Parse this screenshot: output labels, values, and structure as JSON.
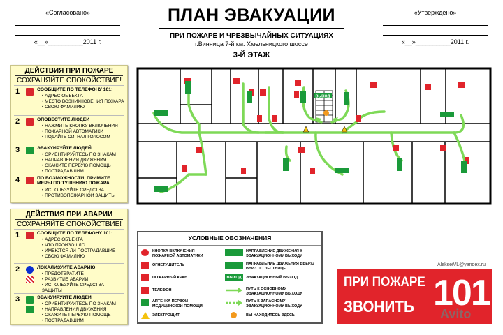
{
  "header": {
    "left_label": "«Согласовано»",
    "left_date": "«__»__________2011 г.",
    "right_label": "«Утверждено»",
    "right_date": "«__»__________2011 г.",
    "title": "ПЛАН ЭВАКУАЦИИ",
    "subtitle": "ПРИ ПОЖАРЕ И ЧРЕЗВЫЧАЙНЫХ СИТУАЦИЯХ",
    "address": "г.Винница 7-й км. Хмельницкого шоссе",
    "floor": "3-Й ЭТАЖ"
  },
  "fire_panel": {
    "title": "ДЕЙСТВИЯ ПРИ ПОЖАРЕ",
    "calm": "СОХРАНЯЙТЕ СПОКОЙСТВИЕ!",
    "steps": [
      {
        "num": "1",
        "title": "СООБЩИТЕ ПО ТЕЛЕФОНУ 101:",
        "items": [
          "АДРЕС ОБЪЕКТА",
          "МЕСТО ВОЗНИКНОВЕНИЯ ПОЖАРА",
          "СВОЮ ФАМИЛИЮ"
        ]
      },
      {
        "num": "2",
        "title": "ОПОВЕСТИТЕ ЛЮДЕЙ",
        "items": [
          "НАЖМИТЕ КНОПКУ ВКЛЮЧЕНИЯ",
          "ПОЖАРНОЙ АВТОМАТИКИ",
          "ПОДАЙТЕ СИГНАЛ ГОЛОСОМ"
        ]
      },
      {
        "num": "3",
        "title": "ЭВАКУИРУЙТЕ ЛЮДЕЙ",
        "items": [
          "ОРИЕНТИРУЙТЕСЬ ПО ЗНАКАМ",
          "НАПРАВЛЕНИЯ ДВИЖЕНИЯ",
          "ОКАЖИТЕ ПЕРВУЮ ПОМОЩЬ",
          "ПОСТРАДАВШИМ"
        ]
      },
      {
        "num": "4",
        "title": "ПО ВОЗМОЖНОСТИ, ПРИМИТЕ МЕРЫ ПО ТУШЕНИЮ ПОЖАРА",
        "items": [
          "ИСПОЛЬЗУЙТЕ СРЕДСТВА",
          "ПРОТИВОПОЖАРНОЙ ЗАЩИТЫ"
        ]
      }
    ]
  },
  "accident_panel": {
    "title": "ДЕЙСТВИЯ ПРИ АВАРИИ",
    "calm": "СОХРАНЯЙТЕ СПОКОЙСТВИЕ!",
    "steps": [
      {
        "num": "1",
        "title": "СООБЩИТЕ ПО ТЕЛЕФОНУ 101:",
        "items": [
          "АДРЕС ОБЪЕКТА",
          "ЧТО ПРОИЗОШЛО",
          "ИМЕЮТСЯ ЛИ ПОСТРАДАВШИЕ",
          "СВОЮ ФАМИЛИЮ"
        ]
      },
      {
        "num": "2",
        "title": "ЛОКАЛИЗУЙТЕ АВАРИЮ",
        "items": [
          "ПРЕДОТВРАТИТЕ",
          "РАЗВИТИЕ АВАРИИ",
          "ИСПОЛЬЗУЙТЕ СРЕДСТВА ЗАЩИТЫ"
        ]
      },
      {
        "num": "3",
        "title": "ЭВАКУИРУЙТЕ ЛЮДЕЙ",
        "items": [
          "ОРИЕНТИРУЙТЕСЬ ПО ЗНАКАМ",
          "НАПРАВЛЕНИЯ ДВИЖЕНИЯ",
          "ОКАЖИТЕ ПЕРВУЮ ПОМОЩЬ",
          "ПОСТРАДАВШИМ"
        ]
      }
    ]
  },
  "legend": {
    "title": "УСЛОВНЫЕ ОБОЗНАЧЕНИЯ",
    "left": [
      {
        "icon": "alarm-button-icon",
        "text": "КНОПКА ВКЛЮЧЕНИЯ ПОЖАРНОЙ АВТОМАТИКИ"
      },
      {
        "icon": "extinguisher-icon",
        "text": "ОГНЕТУШИТЕЛЬ"
      },
      {
        "icon": "fire-hydrant-icon",
        "text": "ПОЖАРНЫЙ КРАН"
      },
      {
        "icon": "phone-icon",
        "text": "ТЕЛЕФОН"
      },
      {
        "icon": "first-aid-icon",
        "text": "АПТЕЧКА ПЕРВОЙ МЕДИЦИНСКОЙ ПОМОЩИ"
      },
      {
        "icon": "electric-panel-icon",
        "text": "ЭЛЕКТРОЩИТ"
      }
    ],
    "right": [
      {
        "icon": "exit-direction-icon",
        "text": "НАПРАВЛЕНИЕ ДВИЖЕНИЯ К ЭВАКУАЦИОННОМУ ВЫХОДУ"
      },
      {
        "icon": "stairs-up-icon",
        "text": "НАПРАВЛЕНИЕ ДВИЖЕНИЯ ВВЕРХ/ВНИЗ ПО ЛЕСТНИЦЕ"
      },
      {
        "icon": "exit-sign-icon",
        "text": "ЭВАКУАЦИОННЫЙ ВЫХОД",
        "sign": "ВЫХОД"
      },
      {
        "icon": "main-path-icon",
        "text": "ПУТЬ К ОСНОВНОМУ ЭВАКУАЦИОННОМУ ВЫХОДУ"
      },
      {
        "icon": "spare-path-icon",
        "text": "ПУТЬ К ЗАПАСНОМУ ЭВАКУАЦИОННОМУ ВЫХОДУ"
      },
      {
        "icon": "you-are-here-icon",
        "text": "ВЫ НАХОДИТЕСЬ ЗДЕСЬ"
      }
    ]
  },
  "call_box": {
    "line1": "ПРИ ПОЖАРЕ",
    "line2": "ЗВОНИТЬ",
    "number": "101"
  },
  "watermark": {
    "author": "AlekseiVL@yandex.ru",
    "brand": "Avito"
  },
  "plan": {
    "exit_label": "ВЫХОД"
  },
  "colors": {
    "red": "#e1242b",
    "green": "#1a9a3a",
    "path": "#7ed957",
    "panel": "#fffcc8",
    "you_are_here": "#f39a1e"
  }
}
